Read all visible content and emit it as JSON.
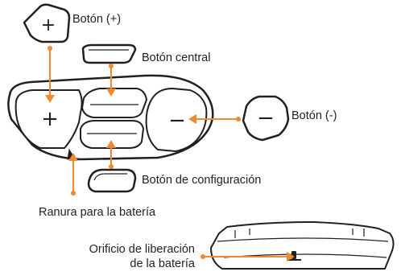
{
  "diagram": {
    "labels": {
      "plus_button": "Botón (+)",
      "center_button": "Botón central",
      "minus_button": "Botón (-)",
      "config_button": "Botón de configuración",
      "battery_slot": "Ranura para la batería",
      "battery_release_line1": "Orificio de liberación",
      "battery_release_line2": "de la batería"
    },
    "glyphs": {
      "plus": "+",
      "minus": "−"
    },
    "colors": {
      "accent": "#f08a2e",
      "outline": "#231f20",
      "fill": "#ffffff",
      "shade": "#d9d9d9"
    }
  }
}
